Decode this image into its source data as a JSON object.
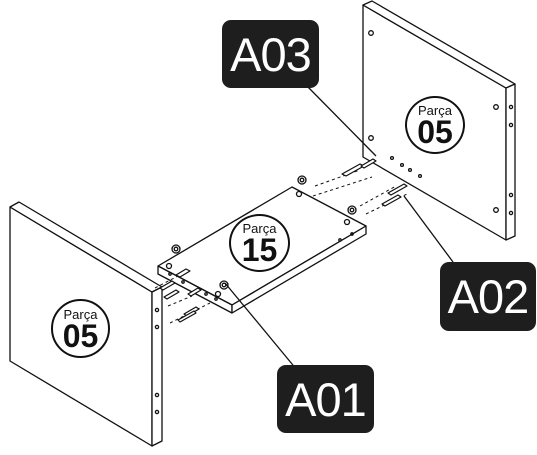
{
  "parts": {
    "side_left": {
      "word": "Parça",
      "number": "05"
    },
    "side_right": {
      "word": "Parça",
      "number": "05"
    },
    "base": {
      "word": "Parça",
      "number": "15"
    }
  },
  "hardware": {
    "a01": "A01",
    "a02": "A02",
    "a03": "A03"
  },
  "colors": {
    "line": "#111111",
    "label_bg": "#1e1e1e",
    "label_text": "#ffffff"
  }
}
